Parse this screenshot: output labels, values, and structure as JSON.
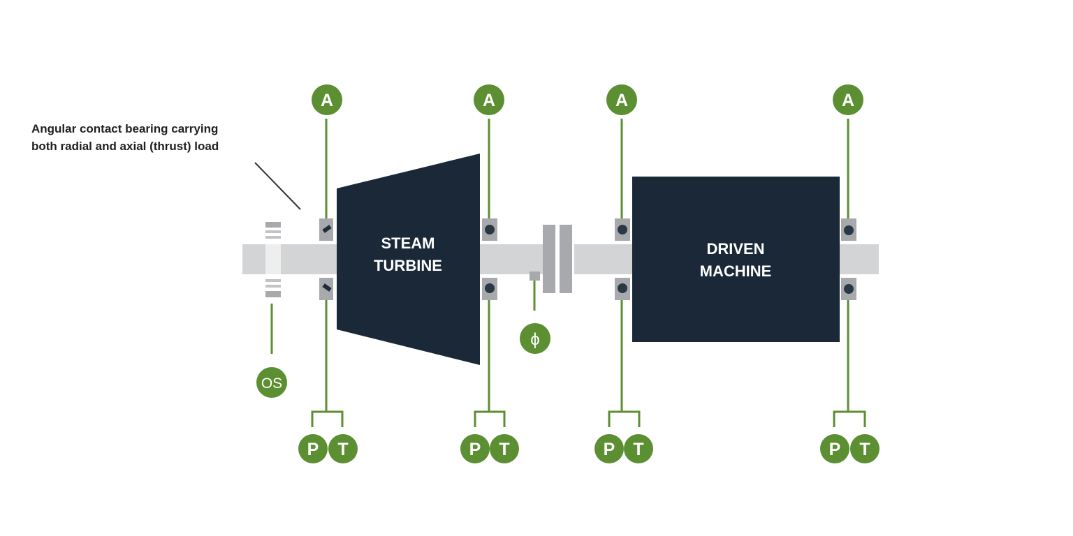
{
  "annotation": {
    "line1": "Angular contact bearing carrying",
    "line2": "both radial and axial (thrust) load"
  },
  "components": {
    "turbine": {
      "line1": "STEAM",
      "line2": "TURBINE"
    },
    "driven": {
      "line1": "DRIVEN",
      "line2": "MACHINE"
    }
  },
  "sensors": {
    "accel": "A",
    "pressure": "P",
    "temperature": "T",
    "phase": "ϕ",
    "overspeed": "OS"
  },
  "colors": {
    "sensor_green": "#5b8f32",
    "machine_navy": "#1b2838",
    "shaft_gray": "#d3d4d6",
    "bearing_gray": "#a8a9ac"
  }
}
